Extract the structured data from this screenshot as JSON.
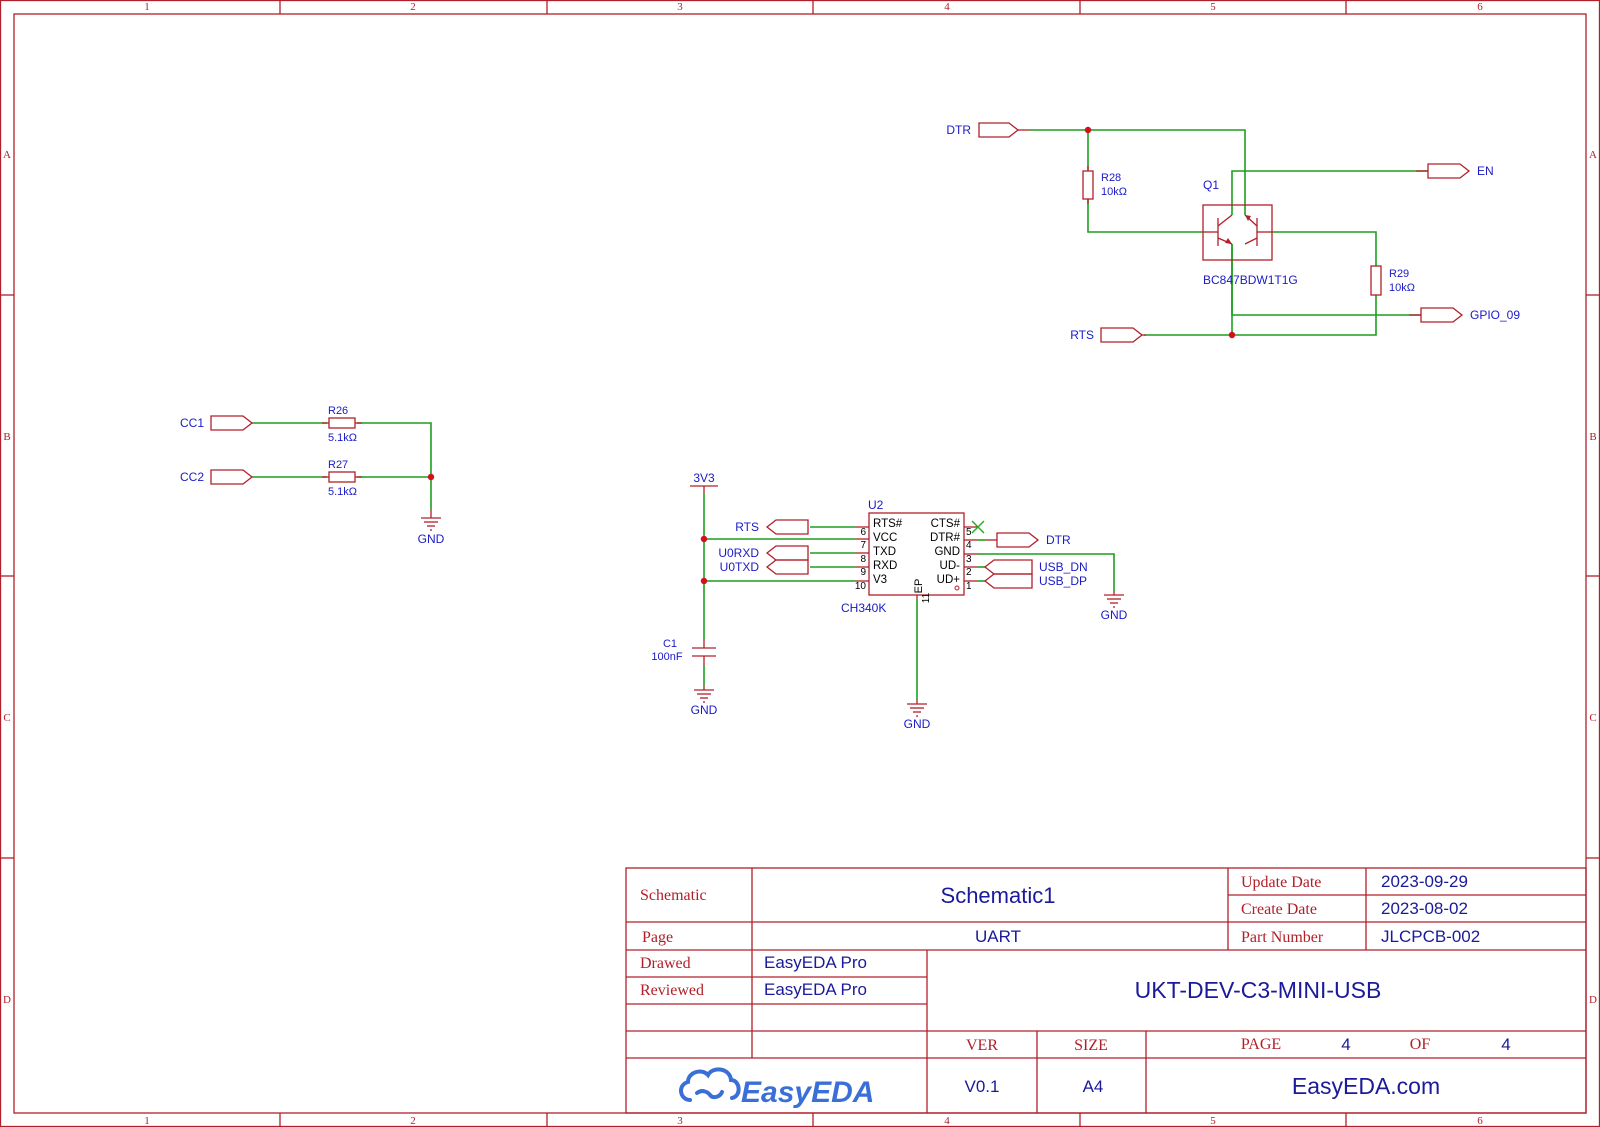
{
  "border": {
    "columns": [
      "1",
      "2",
      "3",
      "4",
      "5",
      "6"
    ],
    "rows": [
      "A",
      "B",
      "C",
      "D"
    ]
  },
  "colors": {
    "frame": "#b0202a",
    "wire": "#1f9e1f",
    "net_label": "#1a1ac8",
    "junction": "#d0101a",
    "no_connect": "#1fb01f"
  },
  "net_labels": {
    "dtr_top": "DTR",
    "en": "EN",
    "gpio09": "GPIO_09",
    "rts_top": "RTS",
    "cc1": "CC1",
    "cc2": "CC2",
    "rts_u2": "RTS",
    "u0rxd": "U0RXD",
    "u0txd": "U0TXD",
    "dtr_u2": "DTR",
    "usb_dn": "USB_DN",
    "usb_dp": "USB_DP"
  },
  "power": {
    "v3v3": "3V3",
    "gnd_r": "GND",
    "gnd_c1": "GND",
    "gnd_u2": "GND",
    "gnd_usb": "GND"
  },
  "components": {
    "r28": {
      "ref": "R28",
      "value": "10kΩ"
    },
    "r29": {
      "ref": "R29",
      "value": "10kΩ"
    },
    "r26": {
      "ref": "R26",
      "value": "5.1kΩ"
    },
    "r27": {
      "ref": "R27",
      "value": "5.1kΩ"
    },
    "q1": {
      "ref": "Q1",
      "value": "BC847BDW1T1G"
    },
    "c1": {
      "ref": "C1",
      "value": "100nF"
    },
    "u2": {
      "ref": "U2",
      "value": "CH340K",
      "left_pins": [
        {
          "num": "6",
          "name": "RTS#"
        },
        {
          "num": "7",
          "name": "VCC"
        },
        {
          "num": "8",
          "name": "TXD"
        },
        {
          "num": "9",
          "name": "RXD"
        },
        {
          "num": "10",
          "name": "V3"
        }
      ],
      "right_pins": [
        {
          "num": "5",
          "name": "CTS#"
        },
        {
          "num": "4",
          "name": "DTR#"
        },
        {
          "num": "3",
          "name": "GND"
        },
        {
          "num": "2",
          "name": "UD-"
        },
        {
          "num": "1",
          "name": "UD+"
        }
      ],
      "bottom_pin": {
        "num": "11",
        "name": "EP"
      }
    }
  },
  "title_block": {
    "schematic_label": "Schematic",
    "schematic_name": "Schematic1",
    "update_date_label": "Update Date",
    "update_date": "2023-09-29",
    "create_date_label": "Create Date",
    "create_date": "2023-08-02",
    "page_label": "Page",
    "page_name": "UART",
    "part_number_label": "Part Number",
    "part_number": "JLCPCB-002",
    "drawed_label": "Drawed",
    "drawed": "EasyEDA Pro",
    "reviewed_label": "Reviewed",
    "reviewed": "EasyEDA Pro",
    "project": "UKT-DEV-C3-MINI-USB",
    "ver_label": "VER",
    "size_label": "SIZE",
    "page_no_label": "PAGE",
    "page_no": "4",
    "of_label": "OF",
    "page_total": "4",
    "ver": "V0.1",
    "size": "A4",
    "logo": "EasyEDA",
    "website": "EasyEDA.com"
  }
}
